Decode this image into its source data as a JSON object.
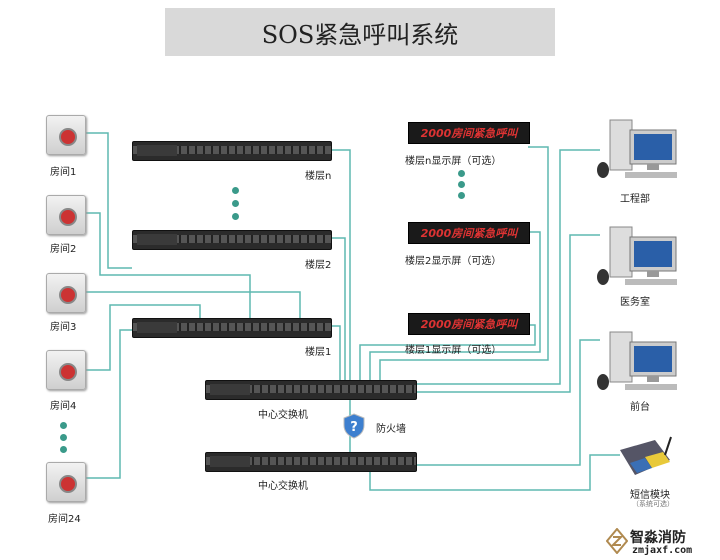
{
  "title": "SOS紧急呼叫系统",
  "rooms": [
    "房间1",
    "房间2",
    "房间3",
    "房间4",
    "房间24"
  ],
  "floors": [
    "楼层n",
    "楼层2",
    "楼层1"
  ],
  "central_switches": [
    "中心交换机",
    "中心交换机"
  ],
  "firewall": "防火墙",
  "displays": {
    "text": "2000房间紧急呼叫",
    "labels": [
      "楼层n显示屏（可选）",
      "楼层2显示屏（可选）",
      "楼层1显示屏（可选）"
    ]
  },
  "terminals": [
    "工程部",
    "医务室",
    "前台"
  ],
  "sms": {
    "label": "短信模块",
    "note": "（系统可选）"
  },
  "watermark": {
    "name": "智淼消防",
    "url": "zmjaxf.com"
  },
  "colors": {
    "line": "#5fb8b0"
  }
}
